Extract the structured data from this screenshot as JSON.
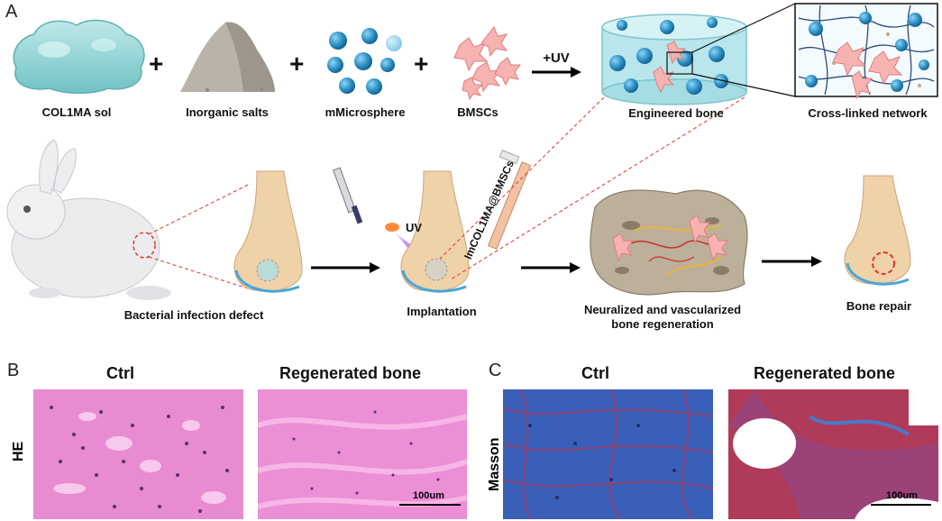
{
  "panels": {
    "a": "A",
    "b": "B",
    "c": "C"
  },
  "top_row": {
    "items": [
      "COL1MA sol",
      "Inorganic salts",
      "mMicrosphere",
      "BMSCs"
    ],
    "plus": "+",
    "uv_arrow": "+UV",
    "engineered": "Engineered bone",
    "network": "Cross-linked network"
  },
  "middle_row": {
    "defect": "Bacterial infection defect",
    "uv": "UV",
    "injector": "ImCOL1MA@BMSCs",
    "implantation": "Implantation",
    "regeneration_line1": "Neuralized and vascularized",
    "regeneration_line2": "bone regeneration",
    "repair": "Bone repair"
  },
  "histology": {
    "b_ctrl": "Ctrl",
    "b_regen": "Regenerated bone",
    "c_ctrl": "Ctrl",
    "c_regen": "Regenerated bone",
    "he": "HE",
    "masson": "Masson",
    "scale1": "100um",
    "scale2": "100um"
  },
  "colors": {
    "gel": "#8fd3d3",
    "microsphere": "#2a8ec4",
    "cell": "#f4a9a8",
    "he_pink": "#e98bd0",
    "masson_blue": "#3a5fb8",
    "masson_red": "#b03a5a",
    "dashed_red": "#e0322e"
  }
}
